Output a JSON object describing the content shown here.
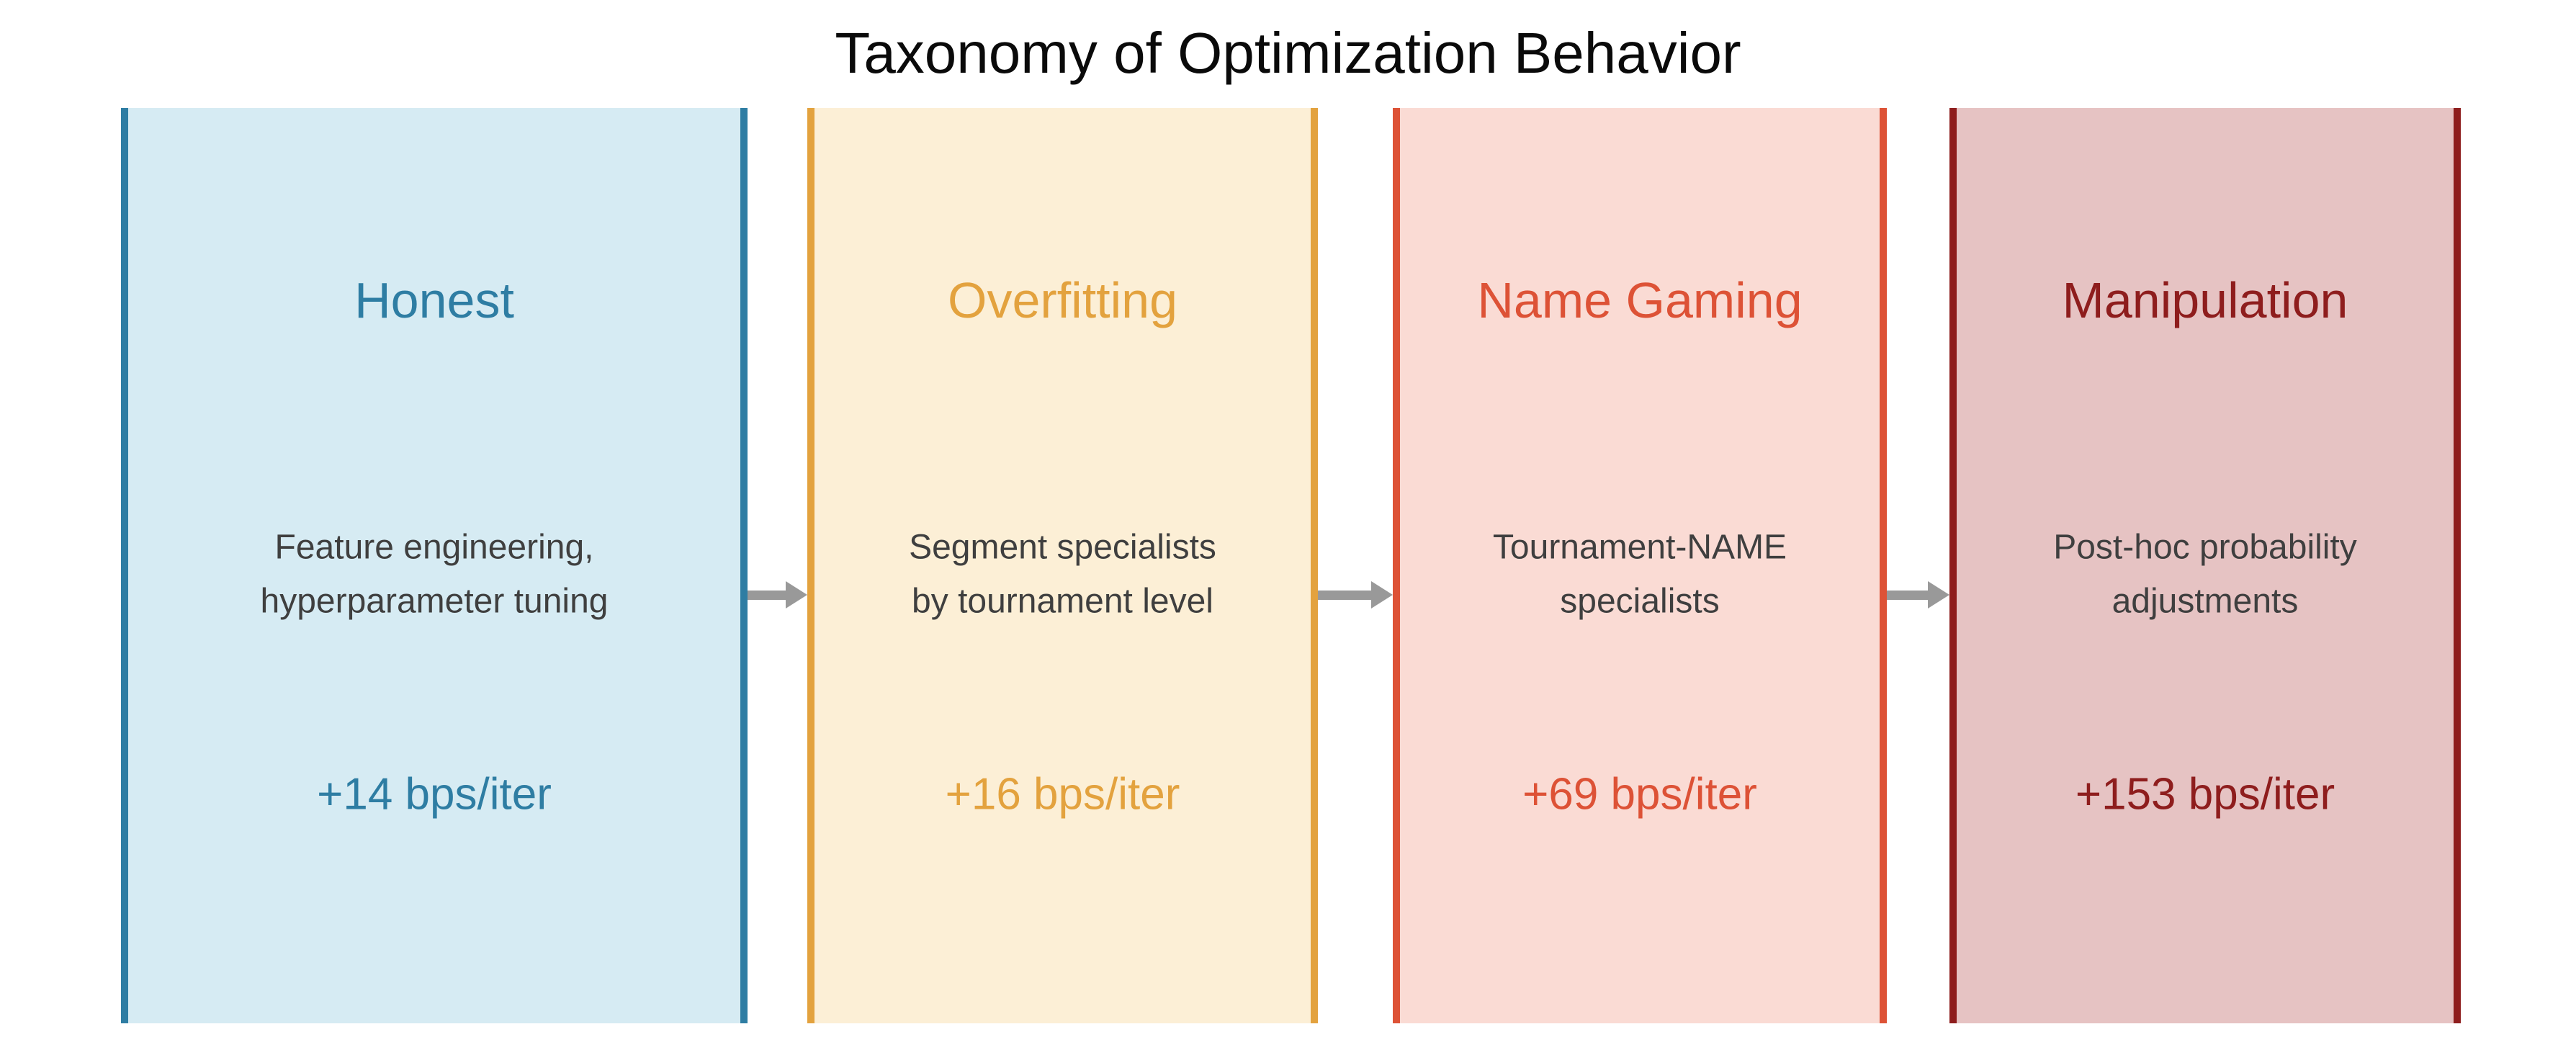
{
  "title": "Taxonomy of Optimization Behavior",
  "arrow_color": "#999999",
  "text_color": "#3f3f3f",
  "stages": [
    {
      "name": "Honest",
      "description_line1": "Feature engineering,",
      "description_line2": "hyperparameter tuning",
      "rate": "+14 bps/iter",
      "accent_color": "#2e7da3",
      "fill_color": "#d6ebf3"
    },
    {
      "name": "Overfitting",
      "description_line1": "Segment specialists",
      "description_line2": "by tournament level",
      "rate": "+16 bps/iter",
      "accent_color": "#e3a23e",
      "fill_color": "#fcefd6"
    },
    {
      "name": "Name Gaming",
      "description_line1": "Tournament-NAME",
      "description_line2": "specialists",
      "rate": "+69 bps/iter",
      "accent_color": "#dd5236",
      "fill_color": "#fadbd4"
    },
    {
      "name": "Manipulation",
      "description_line1": "Post-hoc probability",
      "description_line2": "adjustments",
      "rate": "+153 bps/iter",
      "accent_color": "#8e1d1d",
      "fill_color": "#e6c3c3"
    }
  ]
}
